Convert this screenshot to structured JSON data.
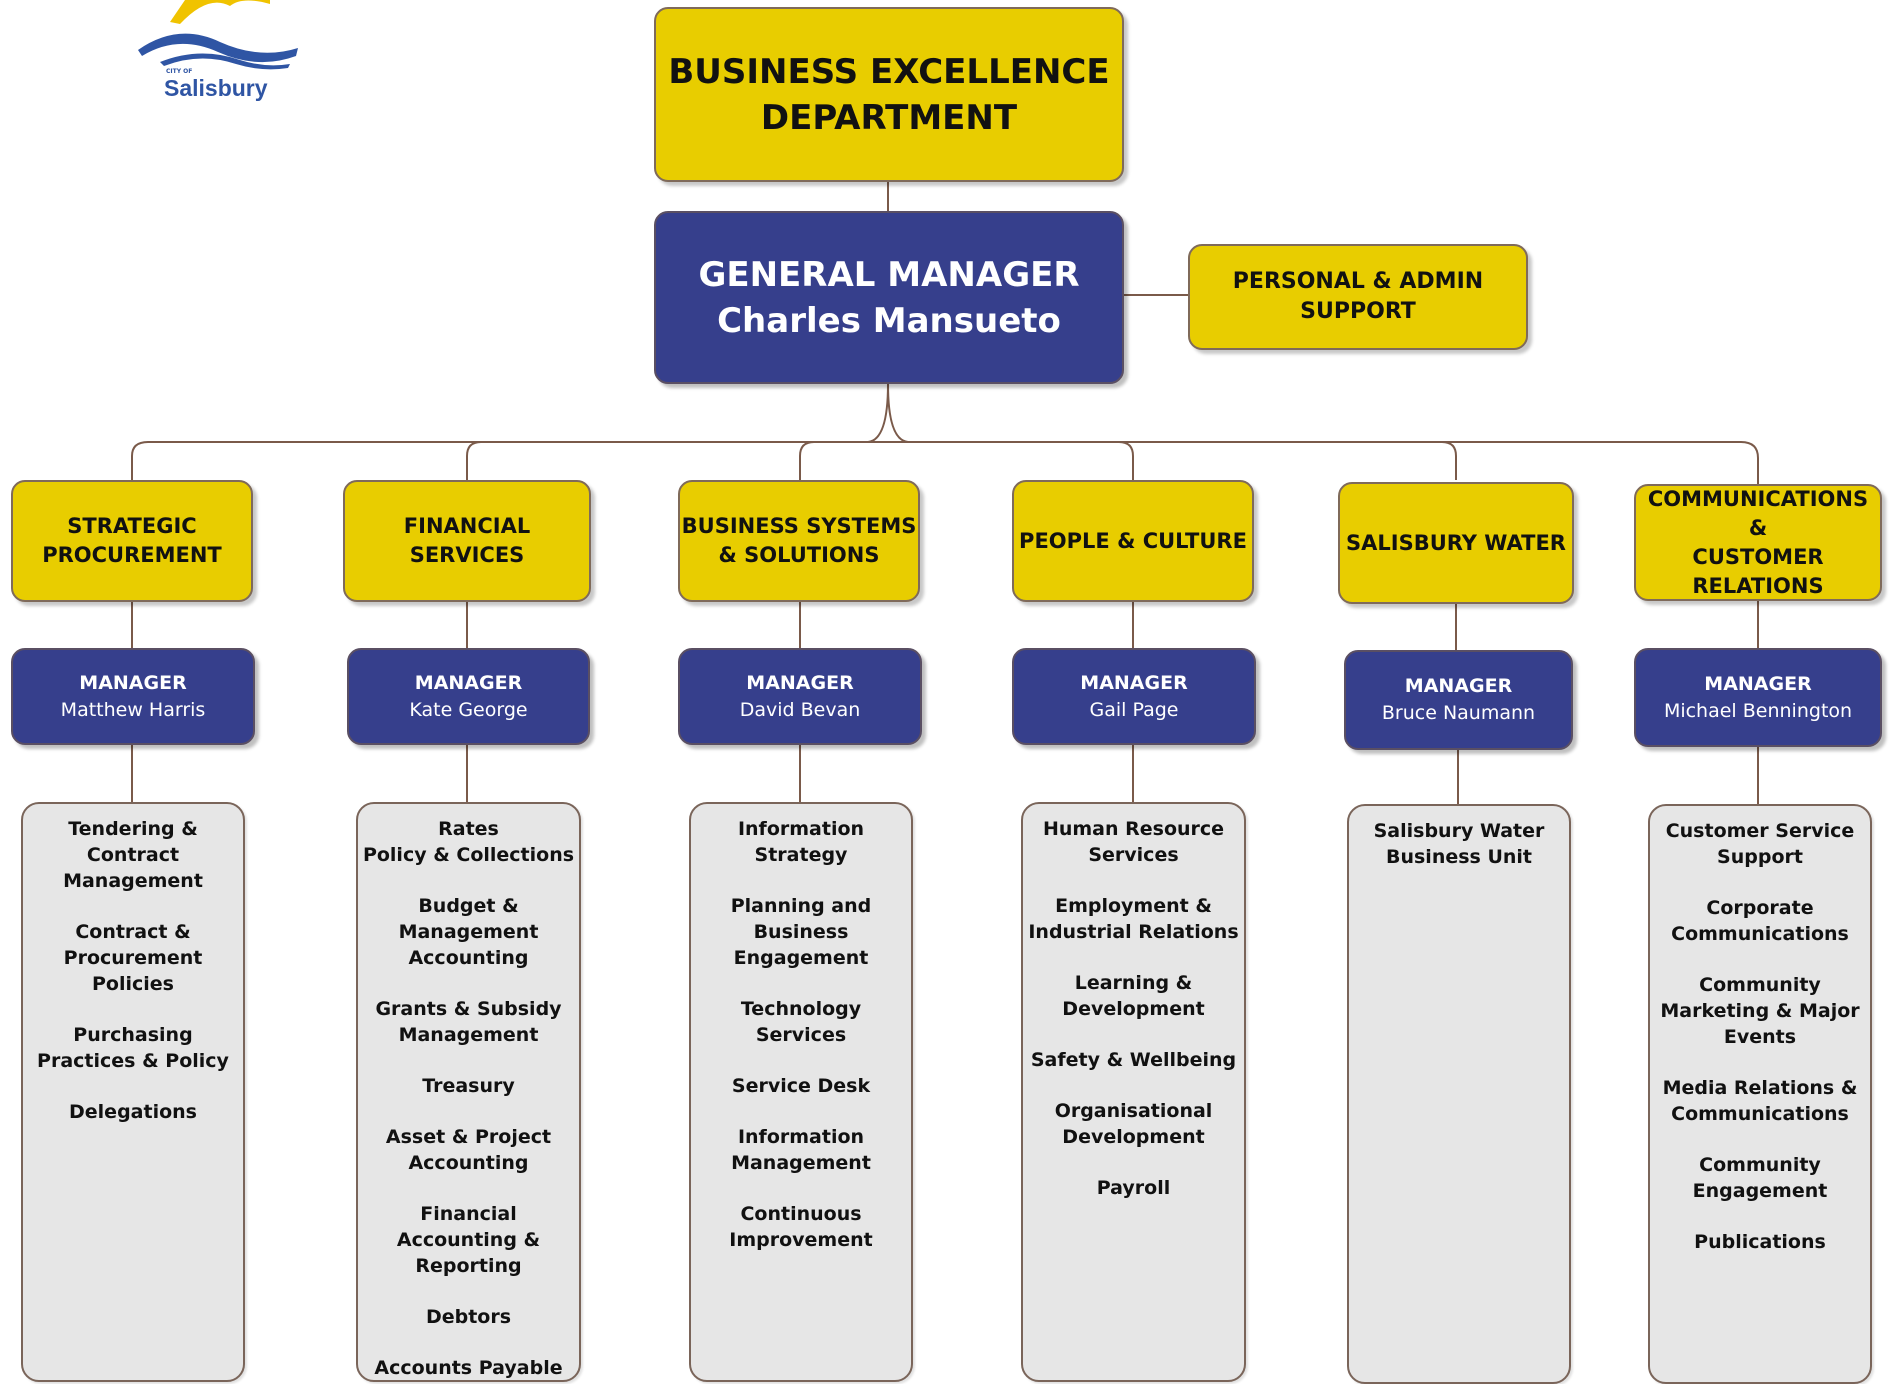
{
  "logo": {
    "small_text": "CITY OF",
    "name": "Salisbury",
    "colors": {
      "sun": "#f0c300",
      "wave": "#2f55a4"
    }
  },
  "top": {
    "title": "BUSINESS EXCELLENCE\nDEPARTMENT"
  },
  "general_manager": {
    "title": "GENERAL MANAGER",
    "name": "Charles Mansueto"
  },
  "admin": {
    "title": "PERSONAL & ADMIN\nSUPPORT"
  },
  "departments": [
    {
      "title": "STRATEGIC\nPROCUREMENT",
      "manager_title": "MANAGER",
      "manager_name": "Matthew Harris",
      "services": [
        "Tendering & Contract Management",
        "Contract & Procurement Policies",
        "Purchasing Practices & Policy",
        "Delegations"
      ]
    },
    {
      "title": "FINANCIAL SERVICES",
      "manager_title": "MANAGER",
      "manager_name": "Kate George",
      "services": [
        "Rates\nPolicy & Collections",
        "Budget &\nManagement Accounting",
        "Grants & Subsidy Management",
        "Treasury",
        "Asset & Project Accounting",
        "Financial Accounting & Reporting",
        "Debtors",
        "Accounts Payable"
      ]
    },
    {
      "title": "BUSINESS SYSTEMS\n& SOLUTIONS",
      "manager_title": "MANAGER",
      "manager_name": "David Bevan",
      "services": [
        "Information Strategy",
        "Planning and Business Engagement",
        "Technology Services",
        "Service Desk",
        "Information Management",
        "Continuous Improvement"
      ]
    },
    {
      "title": "PEOPLE & CULTURE",
      "manager_title": "MANAGER",
      "manager_name": "Gail Page",
      "services": [
        "Human Resource Services",
        "Employment & Industrial Relations",
        "Learning & Development",
        "Safety & Wellbeing",
        "Organisational Development",
        "Payroll"
      ]
    },
    {
      "title": "SALISBURY WATER",
      "manager_title": "MANAGER",
      "manager_name": "Bruce Naumann",
      "services": [
        "Salisbury Water Business Unit"
      ]
    },
    {
      "title": "COMMUNICATIONS &\nCUSTOMER\nRELATIONS",
      "manager_title": "MANAGER",
      "manager_name": "Michael Bennington",
      "services": [
        "Customer Service Support",
        "Corporate Communications",
        "Community Marketing & Major Events",
        "Media Relations & Communications",
        "Community Engagement",
        "Publications"
      ]
    }
  ],
  "colors": {
    "dept_yellow": "#e8cd00",
    "manager_blue": "#363f8c",
    "service_grey": "#e6e6e6",
    "connector": "#7a5a4a"
  }
}
